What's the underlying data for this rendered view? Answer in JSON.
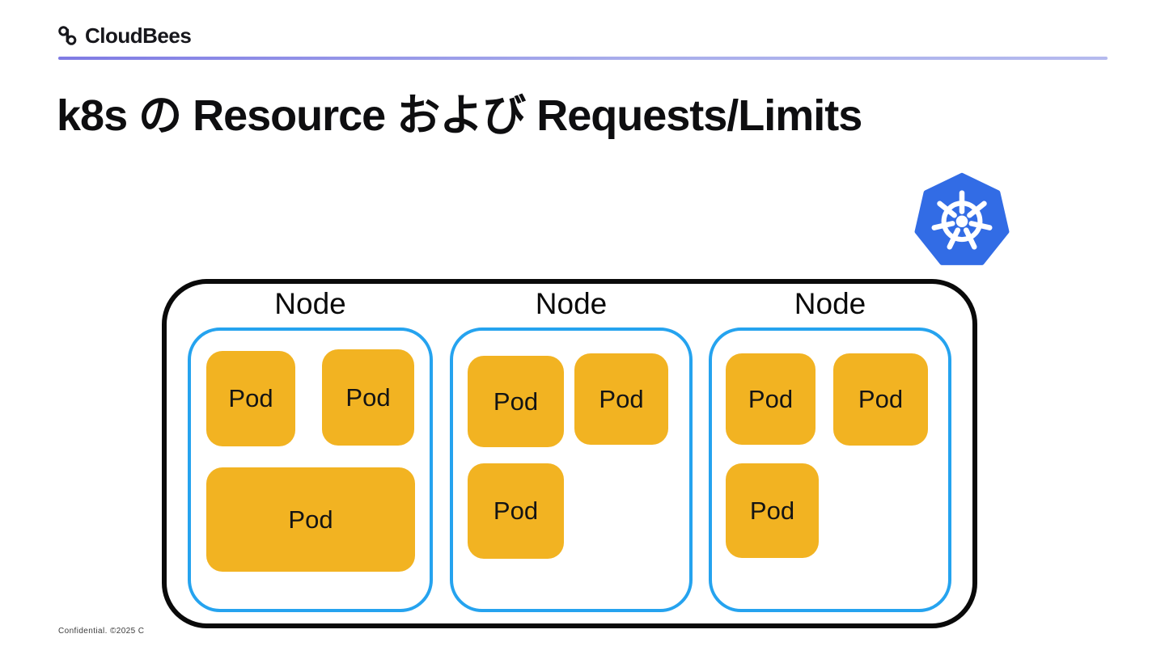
{
  "header": {
    "brand": "CloudBees",
    "title": "k8s の Resource および Requests/Limits"
  },
  "icons": {
    "brand_icon": "cloudbees-logo-icon",
    "kubernetes_icon": "kubernetes-logo-icon"
  },
  "colors": {
    "pod_fill": "#F2B322",
    "node_border": "#25A3EF",
    "cluster_border": "#0A0A0A",
    "kubernetes_blue": "#326CE5",
    "accent_line_start": "#7F7BE4",
    "accent_line_end": "#B5BAEE"
  },
  "diagram": {
    "nodes": [
      {
        "label": "Node",
        "pods": [
          {
            "label": "Pod",
            "size": "small"
          },
          {
            "label": "Pod",
            "size": "small"
          },
          {
            "label": "Pod",
            "size": "wide"
          }
        ]
      },
      {
        "label": "Node",
        "pods": [
          {
            "label": "Pod",
            "size": "small"
          },
          {
            "label": "Pod",
            "size": "small"
          },
          {
            "label": "Pod",
            "size": "small"
          }
        ]
      },
      {
        "label": "Node",
        "pods": [
          {
            "label": "Pod",
            "size": "small"
          },
          {
            "label": "Pod",
            "size": "small"
          },
          {
            "label": "Pod",
            "size": "small"
          }
        ]
      }
    ]
  },
  "footer": {
    "text": "Confidential. ©2025 C"
  }
}
